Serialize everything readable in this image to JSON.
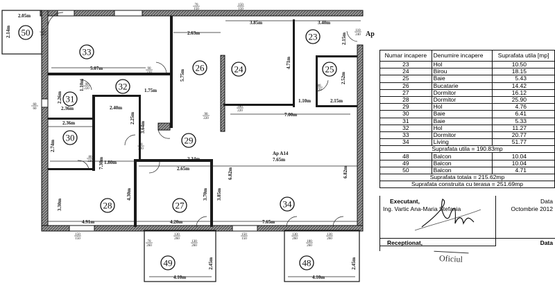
{
  "plan": {
    "apartment": "Ap A14",
    "entrance_label": "Ap",
    "rooms": {
      "r23": "23",
      "r24": "24",
      "r25": "25",
      "r26": "26",
      "r27": "27",
      "r28": "28",
      "r29": "29",
      "r30": "30",
      "r31": "31",
      "r32": "32",
      "r33": "33",
      "r34": "34",
      "r48": "48",
      "r49": "49",
      "r50": "50"
    },
    "dims": {
      "d205": "2.05m",
      "d214": "2.14m",
      "d507": "5.07m",
      "d575a": "5.75m",
      "d263": "2.63m",
      "d385top": "3.85m",
      "d340": "3.40m",
      "d471": "4.71m",
      "d215v": "2.15m",
      "d252": "2.52m",
      "d110": "1.10m",
      "d215h": "2.15m",
      "d700": "7.00m",
      "d175": "1.75m",
      "d236": "2.36m",
      "d236b": "2.36m",
      "d226": "2.26m",
      "d240": "2.40m",
      "d225": "2.25m",
      "d364": "3.64m",
      "d274": "2.74m",
      "d234": "2.34m",
      "d765a": "7.65m",
      "d682a": "6.82m",
      "d682b": "6.82m",
      "d265": "2.65m",
      "d730": "7.30m",
      "d180": "1.80m",
      "d330": "3.30m",
      "d430": "4.30m",
      "d370": "3.70m",
      "d385": "3.85m",
      "d491": "4.91m",
      "d420": "4.20m",
      "d765b": "7.65m",
      "d245a": "2.45m",
      "d245b": "2.45m",
      "d410a": "4.10m",
      "d410b": "4.10m",
      "d110v": "1.10m"
    },
    "openings": {
      "o70": [
        "70",
        "150"
      ],
      "o150a": [
        "150",
        "150"
      ],
      "o110": [
        "110",
        "240"
      ],
      "o90a": [
        "90",
        "220"
      ],
      "o90b": [
        "90",
        "220"
      ],
      "o90c": [
        "90",
        "220"
      ],
      "o90d": [
        "90",
        "220"
      ],
      "o80a": [
        "80",
        "220"
      ],
      "o80b": [
        "80",
        "220"
      ],
      "o180": [
        "180",
        "220"
      ],
      "o60": [
        "60",
        "60"
      ],
      "o75": [
        "75",
        "205"
      ],
      "o150b": [
        "150",
        "150"
      ],
      "o150c": [
        "150",
        "150"
      ],
      "o70b": [
        "70",
        "260"
      ],
      "o130a": [
        "130",
        "260"
      ],
      "o130b": [
        "130",
        "260"
      ],
      "o100": [
        "100",
        "260"
      ],
      "o130c": [
        "130",
        "260"
      ],
      "o130d": [
        "130",
        "260"
      ]
    }
  },
  "table": {
    "headers": [
      "Numar incapere",
      "Denumire incapere",
      "Suprafata utila [mp]"
    ],
    "rows": [
      [
        "23",
        "Hol",
        "10.50"
      ],
      [
        "24",
        "Birou",
        "18.15"
      ],
      [
        "25",
        "Baie",
        "5.43"
      ],
      [
        "26",
        "Bucatarie",
        "14.42"
      ],
      [
        "27",
        "Dormitor",
        "16.12"
      ],
      [
        "28",
        "Dormitor",
        "25.90"
      ],
      [
        "29",
        "Hol",
        "4.76"
      ],
      [
        "30",
        "Baie",
        "6.41"
      ],
      [
        "31",
        "Baie",
        "5.33"
      ],
      [
        "32",
        "Hol",
        "11.27"
      ],
      [
        "33",
        "Dormitor",
        "20.77"
      ],
      [
        "34",
        "Living",
        "51.77"
      ]
    ],
    "usable_total": "Suprafata utila = 190.83mp",
    "balcony_rows": [
      [
        "48",
        "Balcon",
        "10.04"
      ],
      [
        "49",
        "Balcon",
        "10.04"
      ],
      [
        "50",
        "Balcon",
        "4.71"
      ]
    ],
    "total": "Suprafata totala = 215.62mp",
    "built_total": "Suprafata construita cu terasa = 251.69mp"
  },
  "signature": {
    "executant_label": "Executant,",
    "executant_name": "Ing. Vartic Ana-Maria Stefania",
    "date_label": "Data",
    "date_value": "Octombrie 2012",
    "received_label": "Receptionat,",
    "received_date_label": "Data",
    "stamp_fragment": "Oficiul"
  }
}
